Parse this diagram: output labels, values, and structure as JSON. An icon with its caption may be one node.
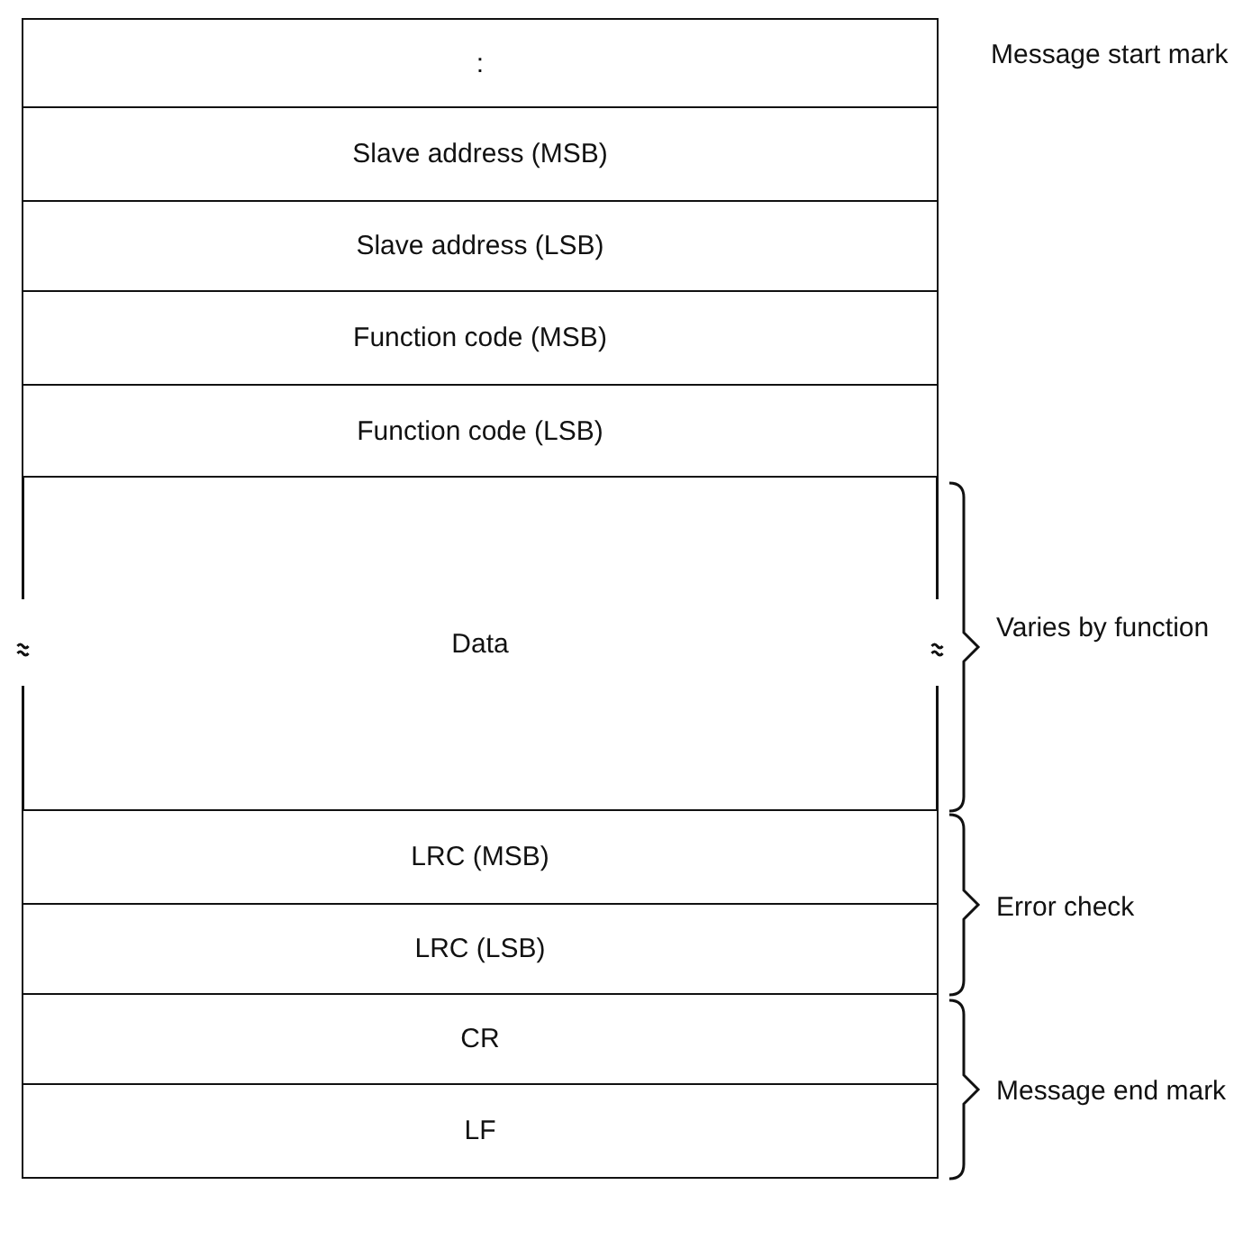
{
  "diagram": {
    "nodes": [
      {
        "text": [
          ":"
        ]
      },
      {
        "text": [
          "Slave address (MSB)"
        ]
      },
      {
        "text": [
          "Slave address (LSB)"
        ]
      },
      {
        "text": [
          "Function code (MSB)"
        ]
      },
      {
        "text": [
          "Function code (LSB)"
        ]
      },
      {
        "text": [
          "Data"
        ]
      },
      {
        "text": [
          "LRC (MSB)"
        ]
      },
      {
        "text": [
          "LRC (LSB)"
        ]
      },
      {
        "text": [
          "CR"
        ]
      },
      {
        "text": [
          "LF"
        ]
      }
    ],
    "labels": [
      "Message start mark",
      "Varies by function",
      "Error check",
      "Message end mark"
    ]
  }
}
